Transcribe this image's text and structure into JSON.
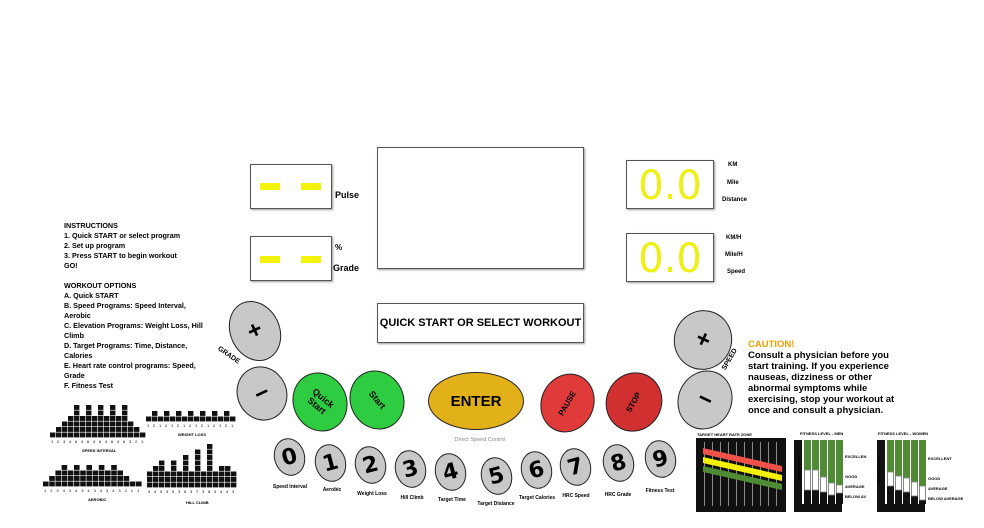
{
  "pulse": {
    "label": "Pulse"
  },
  "grade": {
    "percent": "%",
    "label": "Grade",
    "side_label": "GRADE",
    "plus": "+",
    "minus": "−"
  },
  "distance": {
    "value": "0.0",
    "units": [
      "KM",
      "Mile",
      "Distance"
    ]
  },
  "speed": {
    "value": "0.0",
    "units": [
      "KM/H",
      "Mile/H",
      "Speed"
    ],
    "side_label": "SPEED",
    "plus": "+",
    "minus": "−"
  },
  "message": "QUICK START OR SELECT WORKOUT",
  "buttons": {
    "quick_start": "Quick Start",
    "start": "Start",
    "enter": "ENTER",
    "pause": "PAUSE",
    "stop": "STOP"
  },
  "direct_speed_control": "Direct Speed Control",
  "keys": [
    {
      "num": "0",
      "label": "Speed Interval"
    },
    {
      "num": "1",
      "label": "Aerobic"
    },
    {
      "num": "2",
      "label": "Weight Loss"
    },
    {
      "num": "3",
      "label": "Hill Climb"
    },
    {
      "num": "4",
      "label": "Target Time"
    },
    {
      "num": "5",
      "label": "Target Distance"
    },
    {
      "num": "6",
      "label": "Target Calories"
    },
    {
      "num": "7",
      "label": "HRC Speed"
    },
    {
      "num": "8",
      "label": "HRC Grade"
    },
    {
      "num": "9",
      "label": "Fitness Test"
    }
  ],
  "instructions": {
    "title": "INSTRUCTIONS",
    "lines": [
      "1. Quick START or select program",
      "2. Set up program",
      "3. Press START to begin workout",
      "GO!"
    ]
  },
  "workout_options": {
    "title": "WORKOUT OPTIONS",
    "lines": [
      "A. Quick START",
      "B. Speed Programs: Speed Interval, Aerobic",
      "C. Elevation Programs: Weight Loss, Hill Climb",
      "D. Target Programs: Time, Distance, Calories",
      "E. Heart rate control programs: Speed, Grade",
      "F. Fitness Test"
    ]
  },
  "caution": {
    "title": "CAUTION!",
    "text": "Consult a physician before you start training. If you experience nauseas, dizziness or other abnormal symptoms while exercising, stop your workout at once and consult a physician."
  },
  "programs": [
    {
      "name": "SPEED INTERVAL",
      "levels": [
        1,
        2,
        3,
        4,
        6,
        4,
        6,
        4,
        6,
        4,
        6,
        4,
        6,
        3,
        2,
        1
      ]
    },
    {
      "name": "WEIGHT LOSS",
      "levels": [
        1,
        2,
        1,
        2,
        1,
        2,
        1,
        2,
        1,
        2,
        1,
        2,
        1,
        2,
        1
      ]
    },
    {
      "name": "AEROBIC",
      "levels": [
        1,
        2,
        3,
        4,
        3,
        4,
        3,
        4,
        3,
        4,
        3,
        4,
        3,
        2,
        1,
        1
      ]
    },
    {
      "name": "HILL CLIMB",
      "levels": [
        3,
        4,
        5,
        3,
        5,
        3,
        6,
        3,
        7,
        3,
        8,
        3,
        4,
        4,
        3
      ]
    }
  ],
  "hr_zone": {
    "title": "TARGET HEART RATE ZONE",
    "colors": [
      "#f0524a",
      "#f5f00a",
      "#4f8a34"
    ]
  },
  "fitness_men": {
    "title": "FITNESS LEVEL - MEN",
    "axis": "Fitness Level",
    "levels": [
      "EXCELLEN",
      "GOOD",
      "AVERAGE",
      "BELOW AV"
    ]
  },
  "fitness_women": {
    "title": "FITNESS LEVEL - WOMEN",
    "axis": "Fitness Level",
    "levels": [
      "EXCELLENT",
      "GOOD",
      "AVERAGE",
      "BELOW AVERAGE"
    ]
  }
}
